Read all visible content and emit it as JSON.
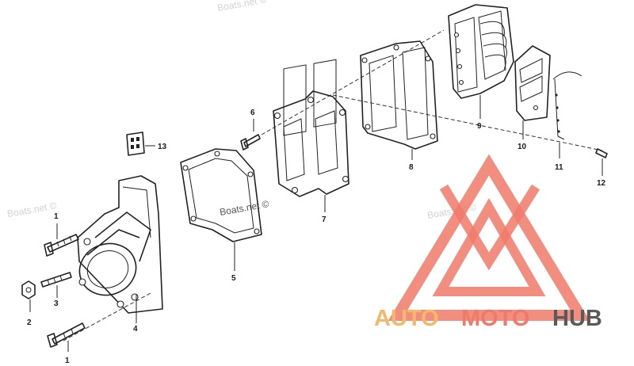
{
  "callouts": [
    "1",
    "2",
    "3",
    "1",
    "4",
    "5",
    "6",
    "7",
    "8",
    "9",
    "10",
    "11",
    "12",
    "13"
  ],
  "watermarks": [
    "Boats.net ©",
    "Boats.net ©",
    "Boats.net ©",
    "Boats.net ©"
  ],
  "logo": {
    "text_a": "AUTO",
    "text_b": "MOTO",
    "text_c": "HUB"
  },
  "colors": {
    "logo_red": "#f07a6a",
    "logo_orange": "#f4b86a",
    "logo_gray": "#5a5a5a",
    "line": "#222222"
  }
}
